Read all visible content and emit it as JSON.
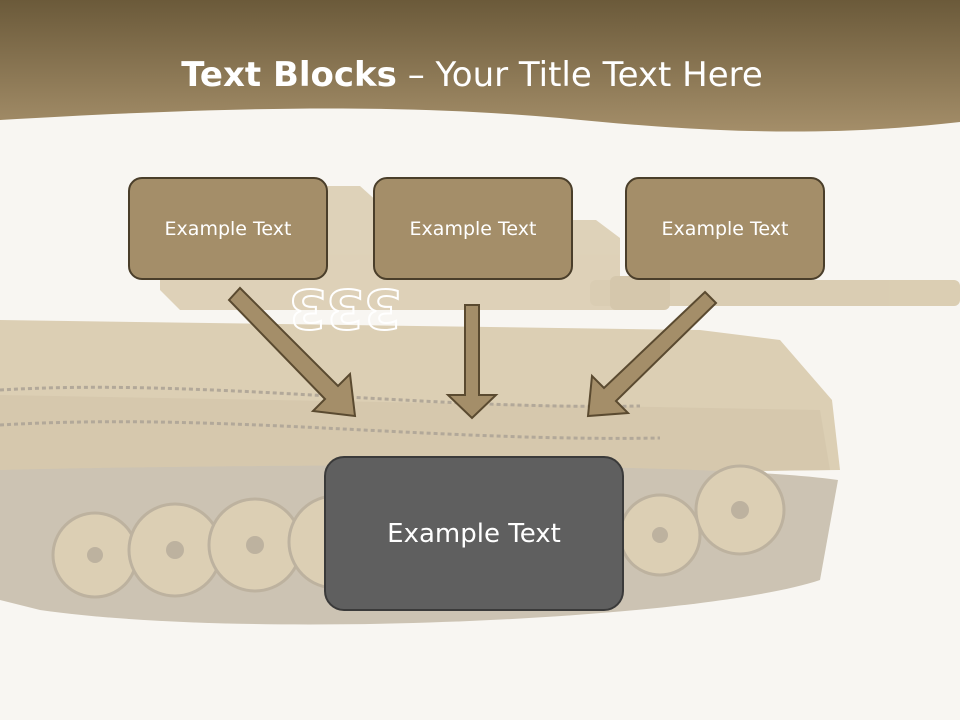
{
  "title": {
    "bold": "Text Blocks",
    "dash": " – ",
    "rest": "Your Title Text Here"
  },
  "boxes": {
    "left": "Example Text",
    "center": "Example Text",
    "right": "Example Text",
    "main": "Example Text"
  },
  "background": {
    "tank_marking": "333"
  },
  "colors": {
    "header_band": "#8c7650",
    "box_fill": "#a48e69",
    "box_border": "#4a3e2a",
    "arrow_fill": "#a48e69",
    "main_box_fill": "#5f5f5f",
    "slide_background": "#f8f6f2"
  },
  "icons": {
    "arrows": [
      "arrow-down-right",
      "arrow-down",
      "arrow-down-left"
    ]
  }
}
